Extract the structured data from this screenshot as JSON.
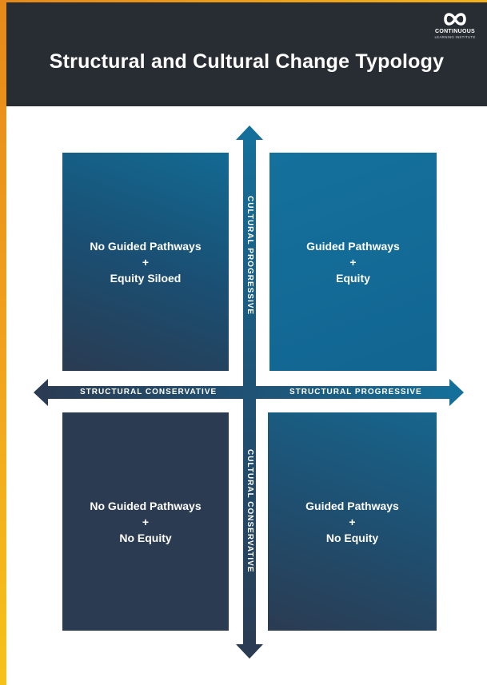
{
  "header": {
    "title": "Structural and Cultural Change Typology",
    "logo": {
      "name": "CONTINUOUS",
      "subtitle": "LEARNING INSTITUTE",
      "icon": "infinity-icon"
    }
  },
  "axes": {
    "horizontal_left": "STRUCTURAL CONSERVATIVE",
    "horizontal_right": "STRUCTURAL PROGRESSIVE",
    "vertical_top": "CULTURAL PROGRESSIVE",
    "vertical_bottom": "CULTURAL CONSERVATIVE"
  },
  "quadrants": {
    "top_left": [
      "No Guided Pathways",
      "+",
      "Equity Siloed"
    ],
    "top_right": [
      "Guided Pathways",
      "+",
      "Equity"
    ],
    "bottom_left": [
      "No Guided Pathways",
      "+",
      "No Equity"
    ],
    "bottom_right": [
      "Guided Pathways",
      "+",
      "No Equity"
    ]
  },
  "colors": {
    "header_bg": "#282c33",
    "accent_orange": "#f0a21c",
    "quadrant_blue": "#126591",
    "quadrant_navy": "#2b3b52"
  }
}
